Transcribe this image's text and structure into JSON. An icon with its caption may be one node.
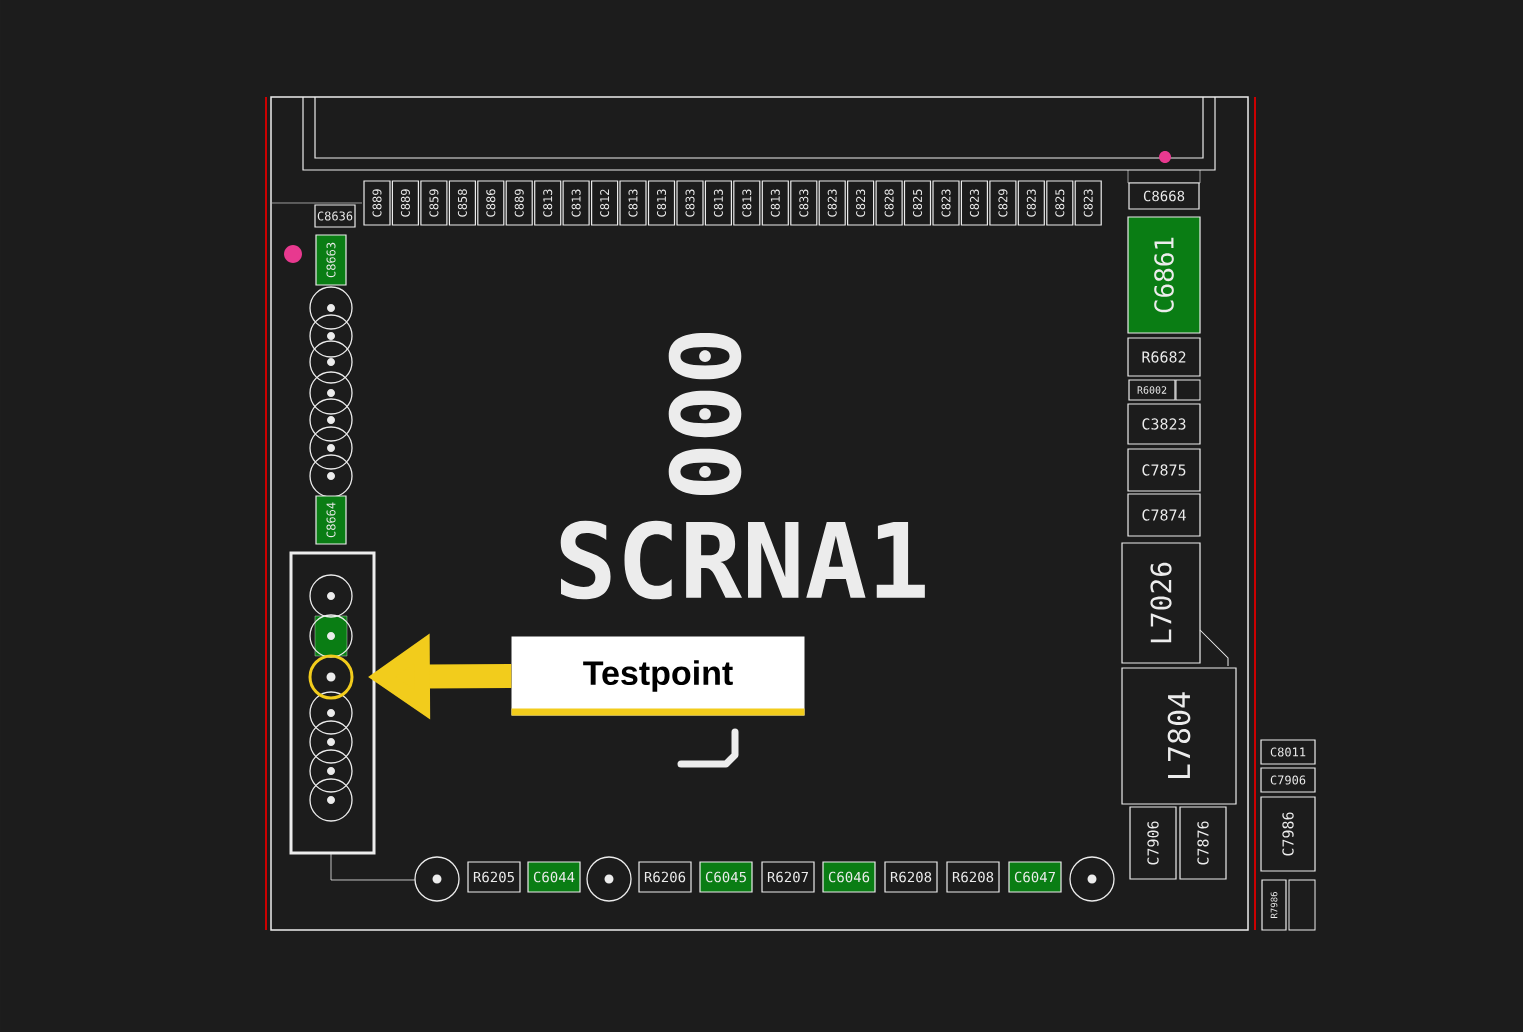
{
  "diagram": {
    "nodes": [
      {
        "text": [
          "C889"
        ]
      },
      {
        "text": [
          "C889"
        ]
      },
      {
        "text": [
          "C859"
        ]
      },
      {
        "text": [
          "C858"
        ]
      },
      {
        "text": [
          "C886"
        ]
      },
      {
        "text": [
          "C889"
        ]
      },
      {
        "text": [
          "C813"
        ]
      },
      {
        "text": [
          "C813"
        ]
      },
      {
        "text": [
          "C812"
        ]
      },
      {
        "text": [
          "C813"
        ]
      },
      {
        "text": [
          "C813"
        ]
      },
      {
        "text": [
          "C833"
        ]
      },
      {
        "text": [
          "C813"
        ]
      },
      {
        "text": [
          "C813"
        ]
      },
      {
        "text": [
          "C813"
        ]
      },
      {
        "text": [
          "C833"
        ]
      },
      {
        "text": [
          "C823"
        ]
      },
      {
        "text": [
          "C823"
        ]
      },
      {
        "text": [
          "C828"
        ]
      },
      {
        "text": [
          "C825"
        ]
      },
      {
        "text": [
          "C823"
        ]
      },
      {
        "text": [
          "C823"
        ]
      },
      {
        "text": [
          "C829"
        ]
      },
      {
        "text": [
          "C823"
        ]
      },
      {
        "text": [
          "C825"
        ]
      },
      {
        "text": [
          "C823"
        ]
      },
      {
        "text": [
          "C8668"
        ]
      },
      {
        "text": [
          "C8636"
        ]
      },
      {
        "text": [
          "C8663"
        ]
      },
      {
        "text": [
          "C6861"
        ]
      },
      {
        "text": [
          "R6682"
        ]
      },
      {
        "text": [
          "R6002"
        ]
      },
      {
        "text": [
          "C3823"
        ]
      },
      {
        "text": [
          "C7875"
        ]
      },
      {
        "text": [
          "C7874"
        ]
      },
      {
        "text": [
          "C8664"
        ]
      },
      {
        "text": [
          "L7026"
        ]
      },
      {
        "text": [],
        "shape": "circle"
      },
      {
        "text": [
          "Testpoint"
        ]
      },
      {
        "text": [
          "L7804"
        ]
      },
      {
        "text": [
          "C8011"
        ]
      },
      {
        "text": [
          "C7906"
        ]
      },
      {
        "text": [
          "C7906"
        ]
      },
      {
        "text": [
          "C7876"
        ]
      },
      {
        "text": [
          "C7986"
        ]
      },
      {
        "text": [
          "R6205"
        ]
      },
      {
        "text": [
          "C6044"
        ]
      },
      {
        "text": [
          "R6206"
        ]
      },
      {
        "text": [
          "C6045"
        ]
      },
      {
        "text": [
          "R6207"
        ]
      },
      {
        "text": [
          "C6046"
        ]
      },
      {
        "text": [
          "R6208"
        ]
      },
      {
        "text": [
          "R6208"
        ]
      },
      {
        "text": [
          "C6047"
        ]
      },
      {
        "text": [
          "R7986"
        ]
      }
    ],
    "edges": [
      {
        "from": 38,
        "to": 37,
        "arrow": "to",
        "color": "#f2cc1c"
      }
    ],
    "labels": [
      "000",
      "SCRNA1"
    ]
  }
}
